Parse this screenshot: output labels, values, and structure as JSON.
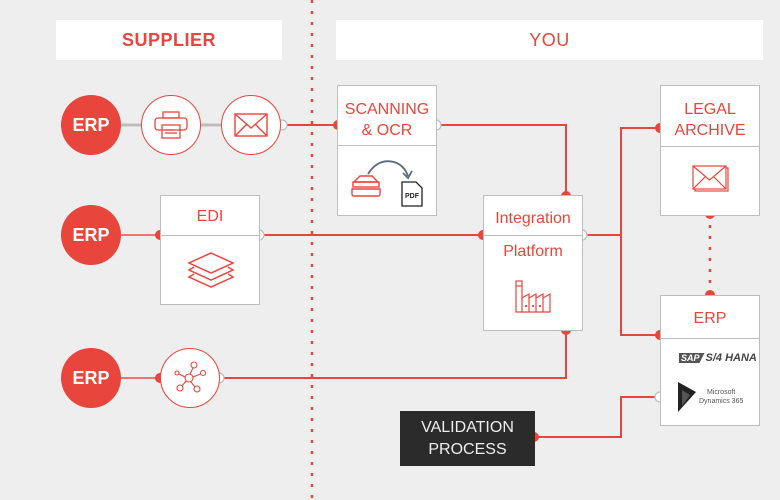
{
  "colors": {
    "accent": "#e8453c",
    "background": "#eeeeee",
    "box_border": "#bdbdbd",
    "dark": "#2b2b2b"
  },
  "headers": {
    "supplier": "SUPPLIER",
    "you": "YOU"
  },
  "supplier": {
    "rows": [
      {
        "erp_label": "ERP",
        "channel_icons": [
          "printer-icon",
          "mail-icon"
        ]
      },
      {
        "erp_label": "ERP",
        "channel_box": {
          "title": "EDI",
          "icon": "layers-icon"
        }
      },
      {
        "erp_label": "ERP",
        "channel_icons": [
          "network-icon"
        ]
      }
    ]
  },
  "you": {
    "scanning": {
      "line1": "SCANNING",
      "line2": "& OCR",
      "icon": "scanner-to-pdf-icon",
      "pdf_label": "PDF"
    },
    "integration": {
      "line1": "Integration",
      "line2": "Platform",
      "icon": "factory-icon"
    },
    "legal_archive": {
      "line1": "LEGAL",
      "line2": "ARCHIVE",
      "icon": "mail-stack-icon"
    },
    "erp": {
      "title": "ERP",
      "logos": {
        "sap_prefix": "SAP",
        "sap_text": "S/4 HANA",
        "ms_line1": "Microsoft",
        "ms_line2": "Dynamics 365"
      }
    },
    "validation": {
      "line1": "VALIDATION",
      "line2": "PROCESS"
    }
  }
}
